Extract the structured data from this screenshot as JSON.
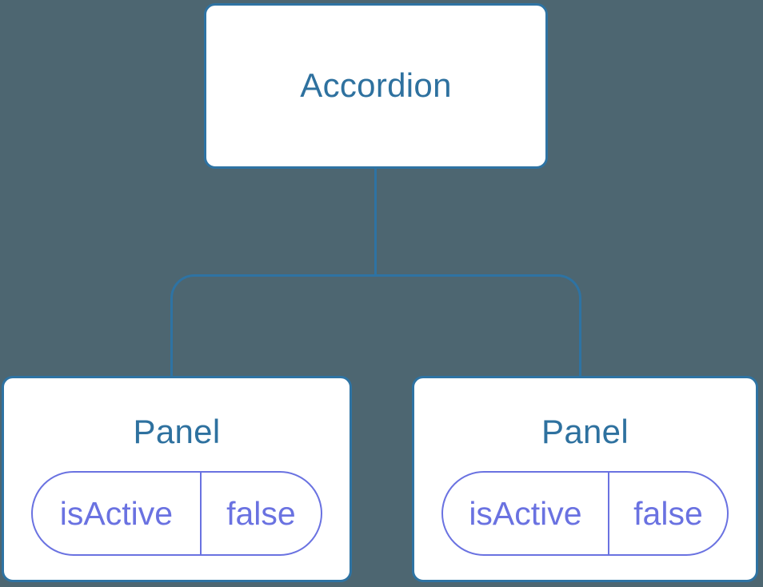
{
  "colors": {
    "background": "#4D6671",
    "node_fill": "#FFFFFF",
    "node_border": "#2E73A3",
    "node_label": "#2E719F",
    "connector": "#2E73A3",
    "state_accent": "#6A72E1"
  },
  "tree": {
    "root": {
      "label": "Accordion"
    },
    "children": [
      {
        "label": "Panel",
        "state": {
          "name": "isActive",
          "value": "false"
        }
      },
      {
        "label": "Panel",
        "state": {
          "name": "isActive",
          "value": "false"
        }
      }
    ]
  }
}
